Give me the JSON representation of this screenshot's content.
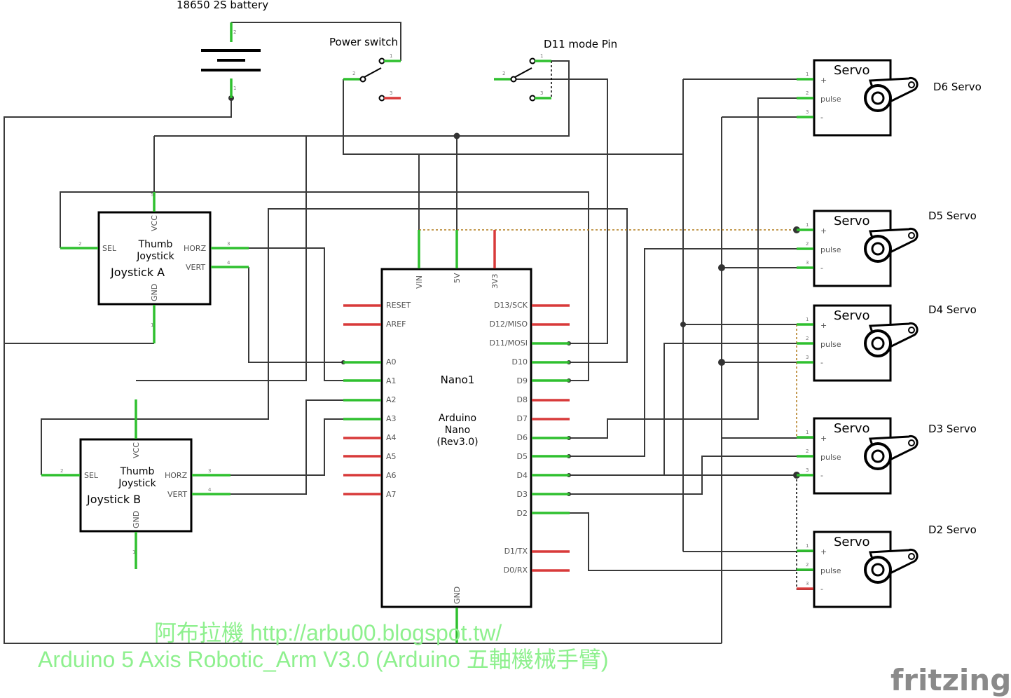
{
  "battery": {
    "label": "18650 2S battery"
  },
  "power_switch": {
    "label": "Power switch"
  },
  "mode_switch": {
    "label": "D11 mode Pin"
  },
  "joystick_a": {
    "title1": "Thumb",
    "title2": "Joystick",
    "name": "Joystick A",
    "pins": {
      "sel": "SEL",
      "horz": "HORZ",
      "vert": "VERT",
      "vcc": "VCC",
      "gnd": "GND"
    }
  },
  "joystick_b": {
    "title1": "Thumb",
    "title2": "Joystick",
    "name": "Joystick B",
    "pins": {
      "sel": "SEL",
      "horz": "HORZ",
      "vert": "VERT",
      "vcc": "VCC",
      "gnd": "GND"
    }
  },
  "nano": {
    "name": "Nano1",
    "model1": "Arduino",
    "model2": "Nano",
    "model3": "(Rev3.0)",
    "top_pins": [
      "VIN",
      "5V",
      "3V3"
    ],
    "bottom_pin": "GND",
    "left_pins": [
      "RESET",
      "AREF",
      "A0",
      "A1",
      "A2",
      "A3",
      "A4",
      "A5",
      "A6",
      "A7"
    ],
    "right_pins": [
      "D13/SCK",
      "D12/MISO",
      "D11/MOSI",
      "D10",
      "D9",
      "D8",
      "D7",
      "D6",
      "D5",
      "D4",
      "D3",
      "D2",
      "D1/TX",
      "D0/RX"
    ]
  },
  "servos": [
    {
      "title": "Servo",
      "pulse": "pulse",
      "plus": "+",
      "minus": "-",
      "name": "D6 Servo"
    },
    {
      "title": "Servo",
      "pulse": "pulse",
      "plus": "+",
      "minus": "-",
      "name": "D5 Servo"
    },
    {
      "title": "Servo",
      "pulse": "pulse",
      "plus": "+",
      "minus": "-",
      "name": "D4 Servo"
    },
    {
      "title": "Servo",
      "pulse": "pulse",
      "plus": "+",
      "minus": "-",
      "name": "D3 Servo"
    },
    {
      "title": "Servo",
      "pulse": "pulse",
      "plus": "+",
      "minus": "-",
      "name": "D2 Servo"
    }
  ],
  "watermark": {
    "line1": "阿布拉機   http://arbu00.blogspot.tw/",
    "line2": "Arduino 5 Axis Robotic_Arm V3.0 (Arduino 五軸機械手臂)"
  },
  "brand": "fritzing",
  "colors": {
    "connected_pin": "#2fc02f",
    "unconnected_pin": "#d83a3a",
    "wire": "#3a3a3a",
    "watermark": "#8ef08e"
  }
}
